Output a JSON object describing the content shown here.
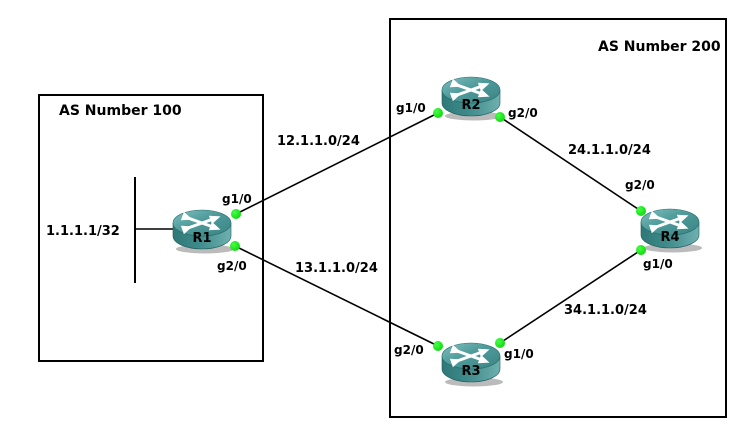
{
  "diagram_type": "network-topology",
  "as100": {
    "label": "AS Number 100",
    "lan_network": "1.1.1.1/32"
  },
  "as200": {
    "label": "AS Number 200"
  },
  "routers": {
    "r1": {
      "name": "R1",
      "if_top": "g1/0",
      "if_bottom": "g2/0"
    },
    "r2": {
      "name": "R2",
      "if_left": "g1/0",
      "if_right": "g2/0"
    },
    "r3": {
      "name": "R3",
      "if_left": "g2/0",
      "if_right": "g1/0"
    },
    "r4": {
      "name": "R4",
      "if_top": "g2/0",
      "if_bottom": "g1/0"
    }
  },
  "networks": {
    "r1_r2": "12.1.1.0/24",
    "r1_r3": "13.1.1.0/24",
    "r2_r4": "24.1.1.0/24",
    "r3_r4": "34.1.1.0/24"
  },
  "colors": {
    "router_body_dark": "#2e7878",
    "router_body_light": "#6fb0b0",
    "router_top": "#4f9a9a",
    "port_green": "#00dd00",
    "line_black": "#000000"
  }
}
